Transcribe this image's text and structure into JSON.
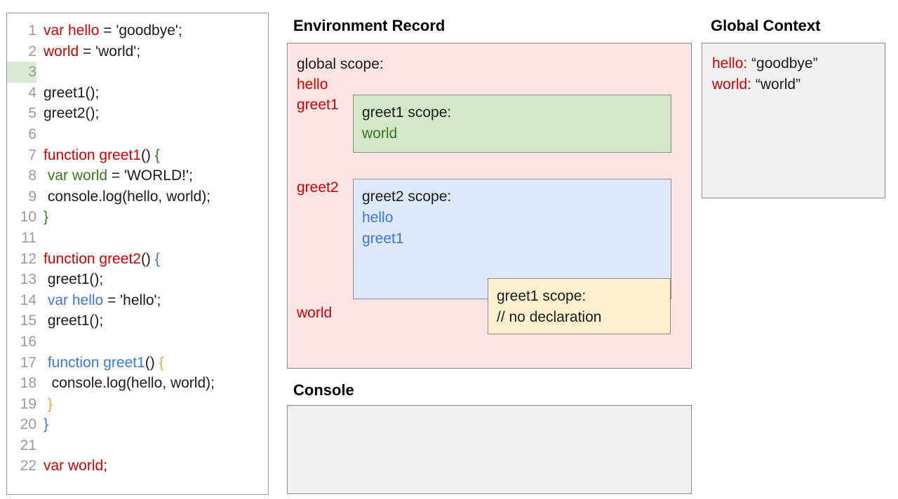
{
  "code_panel": {
    "highlighted_line": 3,
    "lines": [
      {
        "num": "1",
        "tokens": [
          {
            "t": "var hello",
            "c": "red"
          },
          {
            "t": " = 'goodbye';",
            "c": "black"
          }
        ]
      },
      {
        "num": "2",
        "tokens": [
          {
            "t": "world",
            "c": "red"
          },
          {
            "t": " = 'world';",
            "c": "black"
          }
        ]
      },
      {
        "num": "3",
        "tokens": []
      },
      {
        "num": "4",
        "tokens": [
          {
            "t": "greet1();",
            "c": "black"
          }
        ]
      },
      {
        "num": "5",
        "tokens": [
          {
            "t": "greet2();",
            "c": "black"
          }
        ]
      },
      {
        "num": "6",
        "tokens": []
      },
      {
        "num": "7",
        "tokens": [
          {
            "t": "function greet1",
            "c": "red"
          },
          {
            "t": "() ",
            "c": "black"
          },
          {
            "t": "{",
            "c": "green"
          }
        ]
      },
      {
        "num": "8",
        "tokens": [
          {
            "t": " ",
            "c": "black"
          },
          {
            "t": "var world",
            "c": "green"
          },
          {
            "t": " = 'WORLD!';",
            "c": "black"
          }
        ]
      },
      {
        "num": "9",
        "tokens": [
          {
            "t": " console.log(hello, world);",
            "c": "black"
          }
        ]
      },
      {
        "num": "10",
        "tokens": [
          {
            "t": "}",
            "c": "green"
          }
        ]
      },
      {
        "num": "11",
        "tokens": []
      },
      {
        "num": "12",
        "tokens": [
          {
            "t": "function greet2",
            "c": "red"
          },
          {
            "t": "() ",
            "c": "black"
          },
          {
            "t": "{",
            "c": "blue"
          }
        ]
      },
      {
        "num": "13",
        "tokens": [
          {
            "t": " greet1();",
            "c": "black"
          }
        ]
      },
      {
        "num": "14",
        "tokens": [
          {
            "t": " ",
            "c": "black"
          },
          {
            "t": "var hello",
            "c": "blue"
          },
          {
            "t": " = 'hello';",
            "c": "black"
          }
        ]
      },
      {
        "num": "15",
        "tokens": [
          {
            "t": " greet1();",
            "c": "black"
          }
        ]
      },
      {
        "num": "16",
        "tokens": []
      },
      {
        "num": "17",
        "tokens": [
          {
            "t": " ",
            "c": "black"
          },
          {
            "t": "function greet1",
            "c": "blue"
          },
          {
            "t": "() ",
            "c": "black"
          },
          {
            "t": "{",
            "c": "orange"
          }
        ]
      },
      {
        "num": "18",
        "tokens": [
          {
            "t": "  console.log(hello, world);",
            "c": "black"
          }
        ]
      },
      {
        "num": "19",
        "tokens": [
          {
            "t": " ",
            "c": "black"
          },
          {
            "t": "}",
            "c": "orange"
          }
        ]
      },
      {
        "num": "20",
        "tokens": [
          {
            "t": "}",
            "c": "blue"
          }
        ]
      },
      {
        "num": "21",
        "tokens": []
      },
      {
        "num": "22",
        "tokens": [
          {
            "t": "var world",
            "c": "red"
          },
          {
            "t": ";",
            "c": "black"
          }
        ]
      }
    ]
  },
  "environment_record": {
    "title": "Environment Record",
    "global_scope_label": "global scope:",
    "global_bindings": {
      "hello": "hello",
      "greet1": "greet1",
      "greet2": "greet2",
      "world": "world"
    },
    "greet1_scope": {
      "title": "greet1 scope:",
      "bindings": [
        "world"
      ]
    },
    "greet2_scope": {
      "title": "greet2 scope:",
      "bindings": [
        "hello",
        "greet1"
      ]
    },
    "greet1_inner_scope": {
      "title": "greet1 scope:",
      "note": "// no declaration"
    }
  },
  "console": {
    "title": "Console",
    "output": ""
  },
  "global_context": {
    "title": "Global Context",
    "entries": [
      {
        "key": "hello:",
        "value": "“goodbye”"
      },
      {
        "key": "world:",
        "value": "“world”"
      }
    ]
  },
  "colors": {
    "red": "#cc0000",
    "green": "#38761d",
    "blue": "#3c78d8",
    "orange": "#e8a33d",
    "pink_panel": "#fce5e4",
    "green_panel": "#d3e8c6",
    "blue_panel": "#dde8fa",
    "yellow_panel": "#fdf0cd",
    "grey_panel": "#f1f1f1",
    "line_highlight": "#d9ead3"
  }
}
